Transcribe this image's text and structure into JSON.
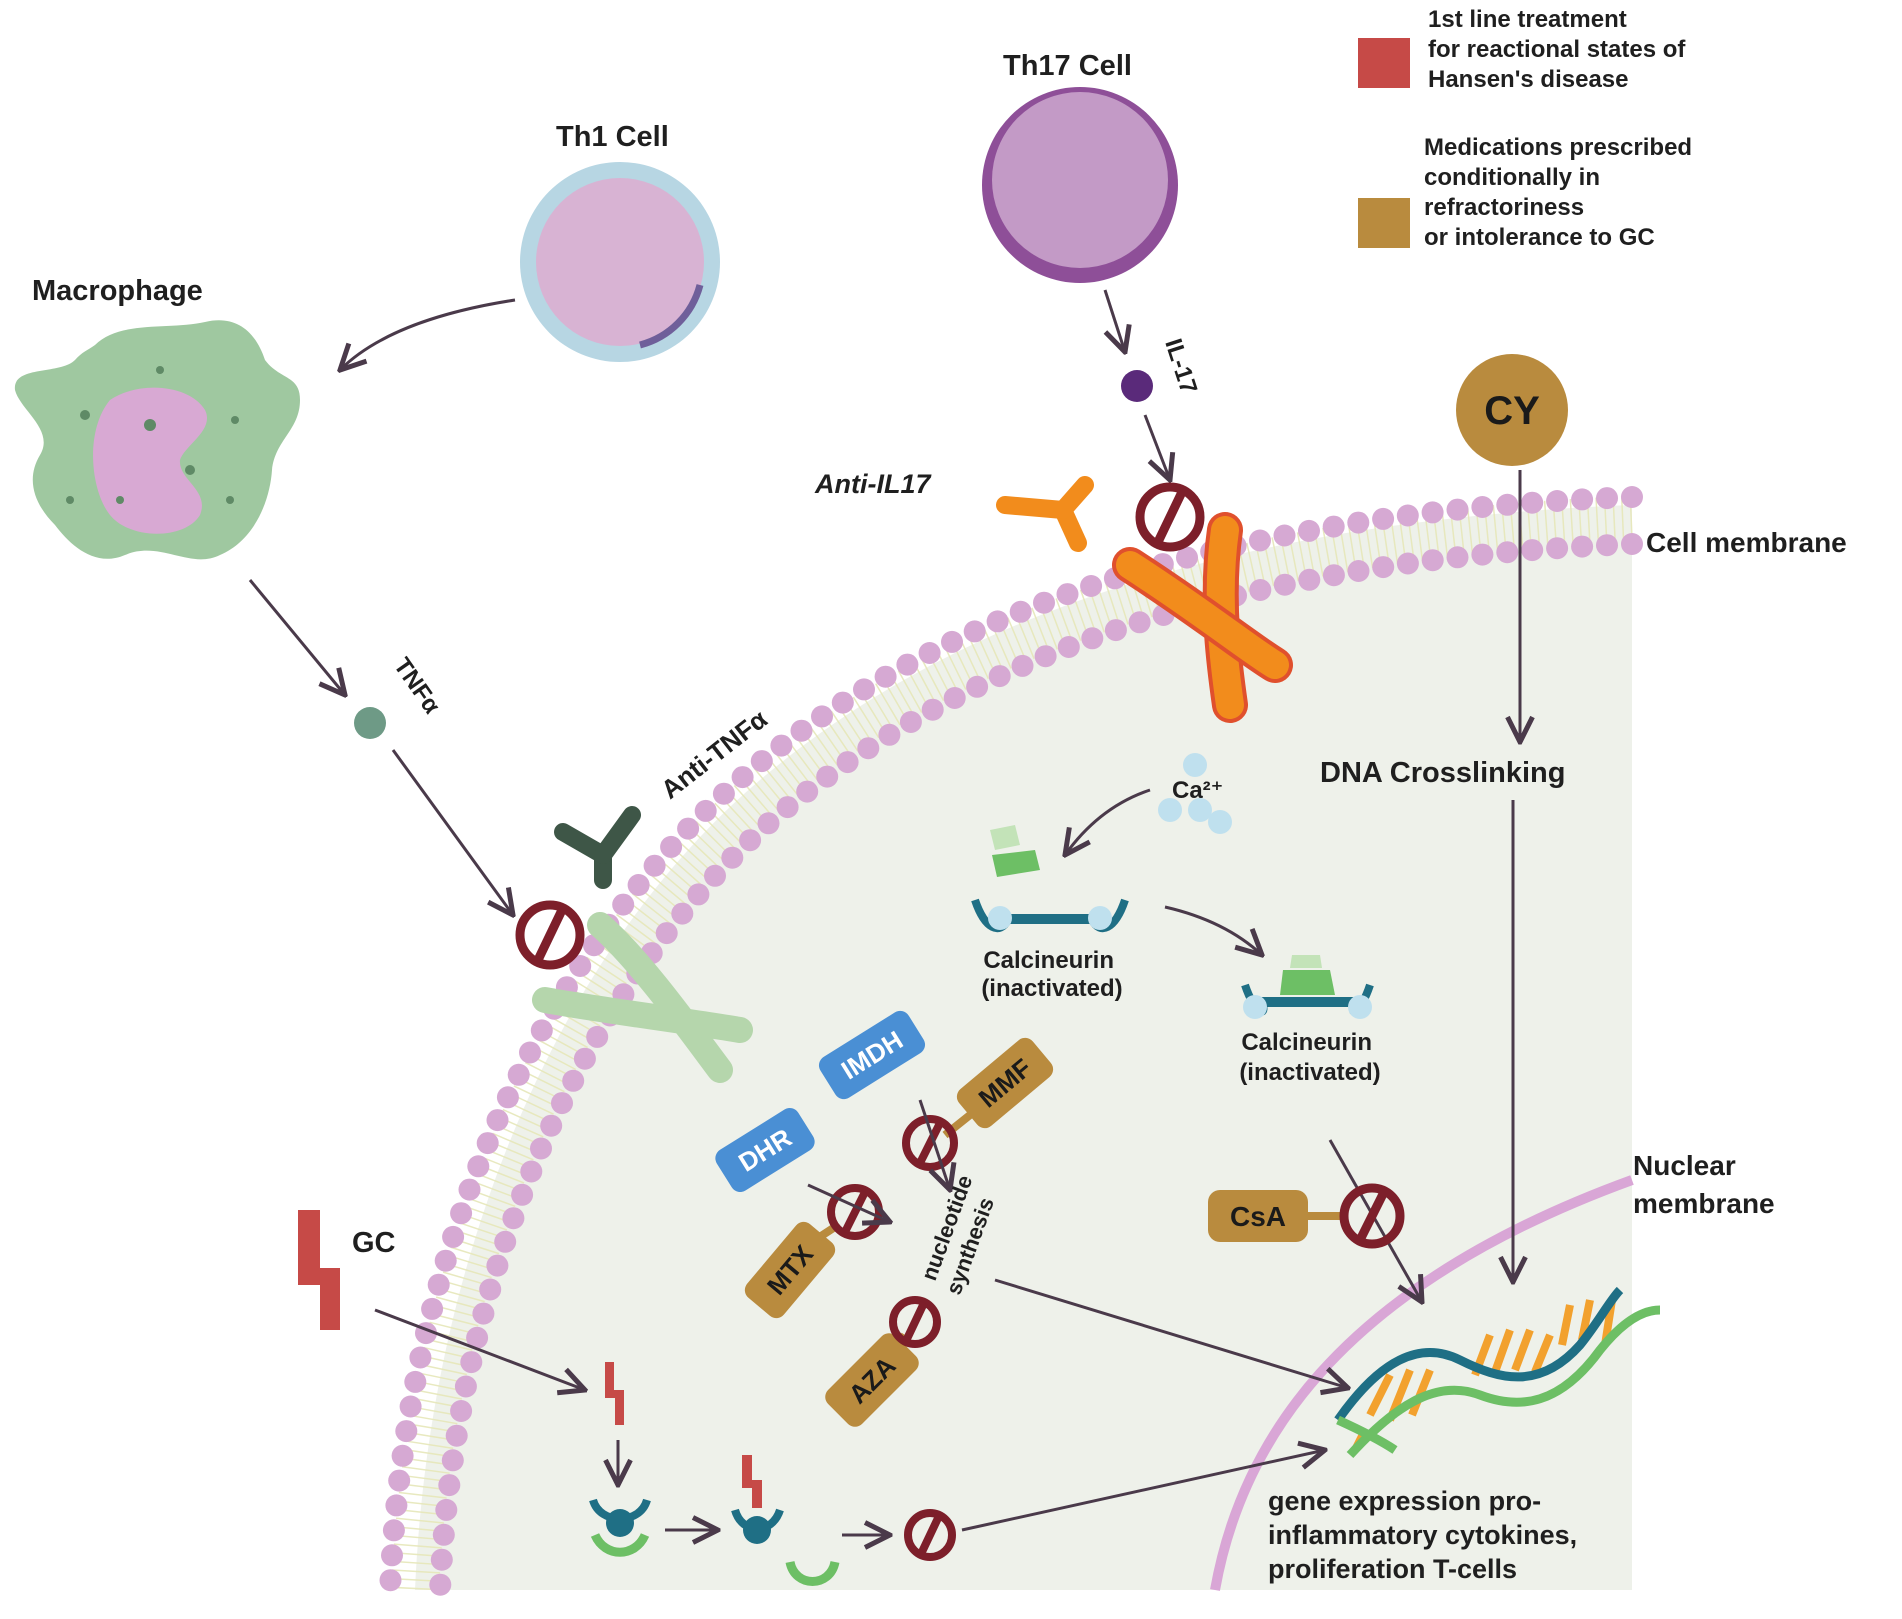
{
  "legend": {
    "first_line": {
      "color": "#c64a47",
      "lines": [
        "1st line treatment",
        "for reactional states of",
        "Hansen's disease"
      ]
    },
    "conditional": {
      "color": "#b98b3e",
      "lines": [
        "Medications prescribed",
        "conditionally in",
        "refractoriness",
        "or intolerance to GC"
      ]
    }
  },
  "cells": {
    "th1": "Th1 Cell",
    "th17": "Th17 Cell",
    "macrophage": "Macrophage"
  },
  "cytokines": {
    "tnf": "TNFα",
    "il17": "IL-17",
    "ca": "Ca²⁺"
  },
  "antibodies": {
    "anti_tnf": "Anti-TNFα",
    "anti_il17": "Anti-IL17"
  },
  "membranes": {
    "cell": "Cell membrane",
    "nuclear_line1": "Nuclear",
    "nuclear_line2": "membrane"
  },
  "drugs": {
    "cy": "CY",
    "csa": "CsA",
    "mmf": "MMF",
    "mtx": "MTX",
    "aza": "AZA",
    "gc": "GC"
  },
  "enzymes": {
    "imdh": "IMDH",
    "dhr": "DHR"
  },
  "processes": {
    "dna_crosslinking": "DNA Crosslinking",
    "nucleotide_line1": "nucleotide",
    "nucleotide_line2": "synthesis",
    "calcineurin1_line1": "Calcineurin",
    "calcineurin1_line2": "(inactivated)",
    "calcineurin2_line1": "Calcineurin",
    "calcineurin2_line2": "(inactivated)",
    "gene_line1": "gene expression pro-",
    "gene_line2": "inflammatory cytokines,",
    "gene_line3": "proliferation T-cells"
  },
  "colors": {
    "membrane_lipid": "#d6a9d3",
    "cytoplasm": "#eef1ea",
    "th1_fill": "#d8b3d3",
    "th1_ring": "#b7d6e3",
    "th17_fill": "#c39ac6",
    "th17_ring": "#8e4f98",
    "macrophage": "#9fc8a0",
    "inhibitor": "#7d1f2a",
    "receptor_orange": "#f28c1c",
    "receptor_green": "#b5d6ac",
    "enzyme_blue": "#4a8fd4",
    "drug_gold": "#b98b3e",
    "arrow": "#4a3a4a"
  }
}
